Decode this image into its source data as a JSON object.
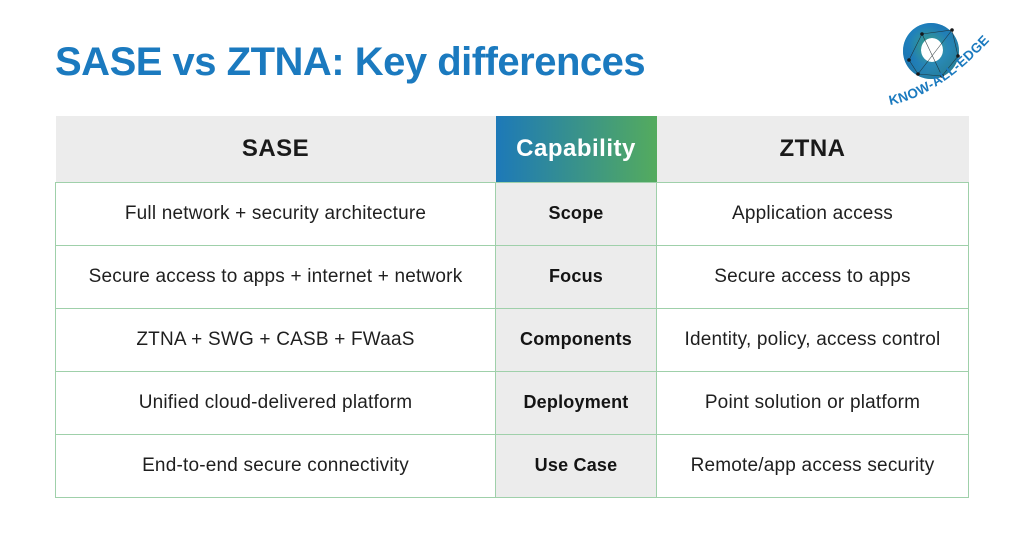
{
  "title": {
    "text": "SASE vs ZTNA: Key differences"
  },
  "logo": {
    "text": "KNOW-ALL-EDGE",
    "icon": "donut-network-icon"
  },
  "theme": {
    "accent": "#1b7abf",
    "header_bg": "#ececec",
    "border_green": "#9fd0aa",
    "grad_start": "#1d79b8",
    "grad_end": "#54ab5e",
    "text_dark": "#1f1f1f"
  },
  "table": {
    "columns": [
      {
        "key": "sase",
        "header": "SASE"
      },
      {
        "key": "capability",
        "header": "Capability"
      },
      {
        "key": "ztna",
        "header": "ZTNA"
      }
    ],
    "rows": [
      {
        "sase": "Full network + security architecture",
        "capability": "Scope",
        "ztna": "Application access"
      },
      {
        "sase": "Secure access to apps + internet + network",
        "capability": "Focus",
        "ztna": "Secure access to apps"
      },
      {
        "sase": "ZTNA + SWG + CASB + FWaaS",
        "capability": "Components",
        "ztna": "Identity, policy, access control"
      },
      {
        "sase": "Unified cloud-delivered platform",
        "capability": "Deployment",
        "ztna": "Point solution or platform"
      },
      {
        "sase": "End-to-end secure connectivity",
        "capability": "Use Case",
        "ztna": "Remote/app access security"
      }
    ]
  }
}
